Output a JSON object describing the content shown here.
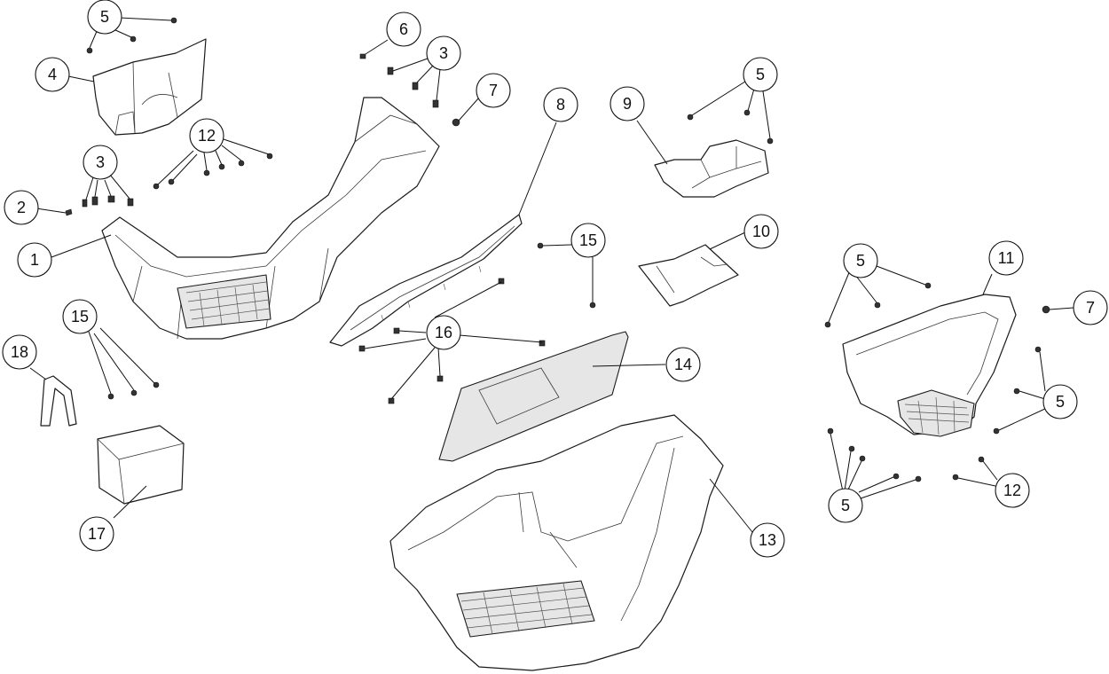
{
  "callouts": [
    {
      "id": "c5a",
      "label": "5"
    },
    {
      "id": "c4",
      "label": "4"
    },
    {
      "id": "c6",
      "label": "6"
    },
    {
      "id": "c3a",
      "label": "3"
    },
    {
      "id": "c7a",
      "label": "7"
    },
    {
      "id": "c8",
      "label": "8"
    },
    {
      "id": "c9",
      "label": "9"
    },
    {
      "id": "c5b",
      "label": "5"
    },
    {
      "id": "c12a",
      "label": "12"
    },
    {
      "id": "c3b",
      "label": "3"
    },
    {
      "id": "c2",
      "label": "2"
    },
    {
      "id": "c1",
      "label": "1"
    },
    {
      "id": "c15a",
      "label": "15"
    },
    {
      "id": "c10",
      "label": "10"
    },
    {
      "id": "c11",
      "label": "11"
    },
    {
      "id": "c5c",
      "label": "5"
    },
    {
      "id": "c7b",
      "label": "7"
    },
    {
      "id": "c15b",
      "label": "15"
    },
    {
      "id": "c16",
      "label": "16"
    },
    {
      "id": "c14",
      "label": "14"
    },
    {
      "id": "c18",
      "label": "18"
    },
    {
      "id": "c5d",
      "label": "5"
    },
    {
      "id": "c17",
      "label": "17"
    },
    {
      "id": "c13",
      "label": "13"
    },
    {
      "id": "c5e",
      "label": "5"
    },
    {
      "id": "c12b",
      "label": "12"
    }
  ]
}
